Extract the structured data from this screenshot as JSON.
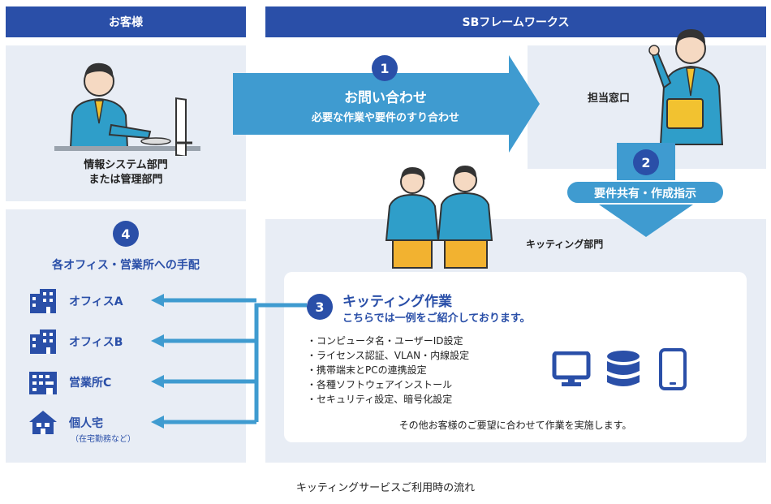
{
  "headers": {
    "customer": "お客様",
    "company": "SBフレームワークス"
  },
  "customer_panel": {
    "line1": "情報システム部門",
    "line2": "または管理部門"
  },
  "step1": {
    "num": "1",
    "title": "お問い合わせ",
    "subtitle": "必要な作業や要件のすり合わせ"
  },
  "contact": {
    "label": "担当窓口"
  },
  "step2": {
    "num": "2",
    "label": "要件共有・作成指示"
  },
  "kitting_dept": {
    "label": "キッティング部門"
  },
  "step3": {
    "num": "3",
    "title": "キッティング作業",
    "subtitle": "こちらでは一例をご紹介しております。",
    "items": [
      "・コンピュータ名・ユーザーID設定",
      "・ライセンス認証、VLAN・内線設定",
      "・携帯端末とPCの連携設定",
      "・各種ソフトウェアインストール",
      "・セキュリティ設定、暗号化設定"
    ],
    "note": "その他お客様のご要望に合わせて作業を実施します。",
    "icons": [
      "monitor-icon",
      "database-icon",
      "smartphone-icon"
    ]
  },
  "step4": {
    "num": "4",
    "title": "各オフィス・営業所への手配",
    "destinations": [
      {
        "label": "オフィスA",
        "icon": "office-building-icon"
      },
      {
        "label": "オフィスB",
        "icon": "office-building-icon"
      },
      {
        "label": "営業所C",
        "icon": "branch-building-icon"
      },
      {
        "label": "個人宅",
        "icon": "house-icon",
        "note": "（在宅勤務など）"
      }
    ]
  },
  "caption": "キッティングサービスご利用時の流れ",
  "colors": {
    "header": "#2a4fa8",
    "panel": "#e8edf5",
    "arrow": "#3f9bd0",
    "accent": "#2a4fa8"
  }
}
